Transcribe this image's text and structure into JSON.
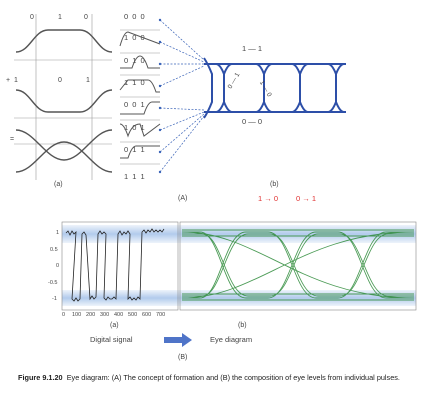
{
  "figure": {
    "caption_label": "Figure 9.1.20",
    "caption_text": "Eye diagram: (A) The concept of formation and (B) the composition of eye levels from individual pulses."
  },
  "part_A": {
    "label": "(A)",
    "sub_a": {
      "label": "(a)",
      "top_bits": [
        "0",
        "1",
        "0"
      ],
      "mid_bits": [
        "1",
        "0",
        "1"
      ],
      "plus_sign": "+",
      "equals_sign": "="
    },
    "patterns": [
      "0 0 0",
      "1 0 0",
      "0 1 0",
      "1 1 0",
      "0 0 1",
      "1 0 1",
      "0 1 1",
      "1 1 1"
    ],
    "sub_b": {
      "label": "(b)",
      "transition_top": "1 — 1",
      "transition_bottom": "0 — 0",
      "transition_diag1": "0 — 1",
      "transition_diag2": "1 — 0"
    }
  },
  "part_B": {
    "label": "(B)",
    "legend_1to0": "1 → 0",
    "legend_0to1": "0 → 1",
    "sub_a": {
      "label": "(a)",
      "caption": "Digital signal",
      "y_ticks": [
        "1",
        "0.5",
        "0",
        "-0.5",
        "-1"
      ],
      "x_ticks": [
        "0",
        "100",
        "200",
        "300",
        "400",
        "500",
        "600",
        "700"
      ]
    },
    "sub_b": {
      "label": "(b)",
      "caption": "Eye diagram"
    }
  },
  "colors": {
    "eye_blue": "#2d4fa8",
    "eye_green": "#2e8b3a",
    "band_blue": "#a9c5ea",
    "accent_red": "#e03030",
    "arrow_blue": "#3a63b8"
  }
}
